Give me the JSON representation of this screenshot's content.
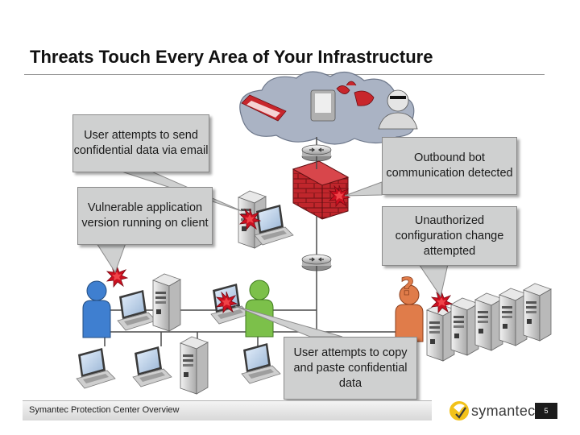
{
  "slide": {
    "title": "Threats Touch Every Area of Your Infrastructure",
    "footer": "Symantec Protection Center Overview",
    "logo_text": "symantec.",
    "page_number": "5"
  },
  "callouts": {
    "email": "User attempts to send  confidential data via email",
    "vulnerable_app": "Vulnerable application version running on client",
    "outbound_bot": "Outbound bot communication detected",
    "config_change": "Unauthorized configuration change attempted",
    "copy_paste": "User attempts to copy and paste confidential data"
  },
  "icons": {
    "cloud": "internet-cloud-icon",
    "firewall": "firewall-icon",
    "router": "router-icon",
    "server": "server-icon",
    "laptop": "laptop-icon",
    "user": "user-icon",
    "threat": "threat-starburst-icon",
    "unknown": "question-mark-icon",
    "hacker": "hacker-icon"
  },
  "colors": {
    "threat": "#cc1020",
    "user_blue": "#3f7fd0",
    "user_green": "#7cc04a",
    "user_orange": "#e07c4a",
    "firewall": "#c0262c",
    "callout_fill": "#cfd0d0",
    "logo_yellow": "#f2c21a"
  }
}
